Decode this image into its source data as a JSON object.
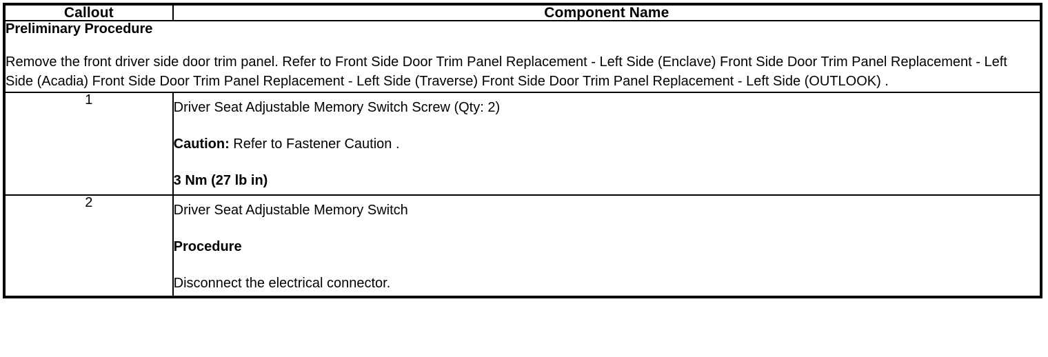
{
  "table": {
    "headers": {
      "callout": "Callout",
      "component_name": "Component Name"
    },
    "preliminary": {
      "title": "Preliminary Procedure",
      "body": "Remove the front driver side door trim panel. Refer to Front Side Door Trim Panel Replacement - Left Side (Enclave) Front Side Door Trim Panel Replacement - Left Side (Acadia) Front Side Door Trim Panel Replacement - Left Side (Traverse) Front Side Door Trim Panel Replacement - Left Side (OUTLOOK) ."
    },
    "rows": [
      {
        "callout": "1",
        "component": "Driver Seat Adjustable Memory Switch Screw (Qty: 2)",
        "caution_label": "Caution:",
        "caution_text": " Refer to Fastener Caution .",
        "torque": "3 Nm (27 lb in)"
      },
      {
        "callout": "2",
        "component": "Driver Seat Adjustable Memory Switch",
        "procedure_label": "Procedure",
        "procedure_text": "Disconnect the electrical connector."
      }
    ]
  },
  "colors": {
    "border": "#000000",
    "text": "#000000",
    "background": "#ffffff"
  }
}
